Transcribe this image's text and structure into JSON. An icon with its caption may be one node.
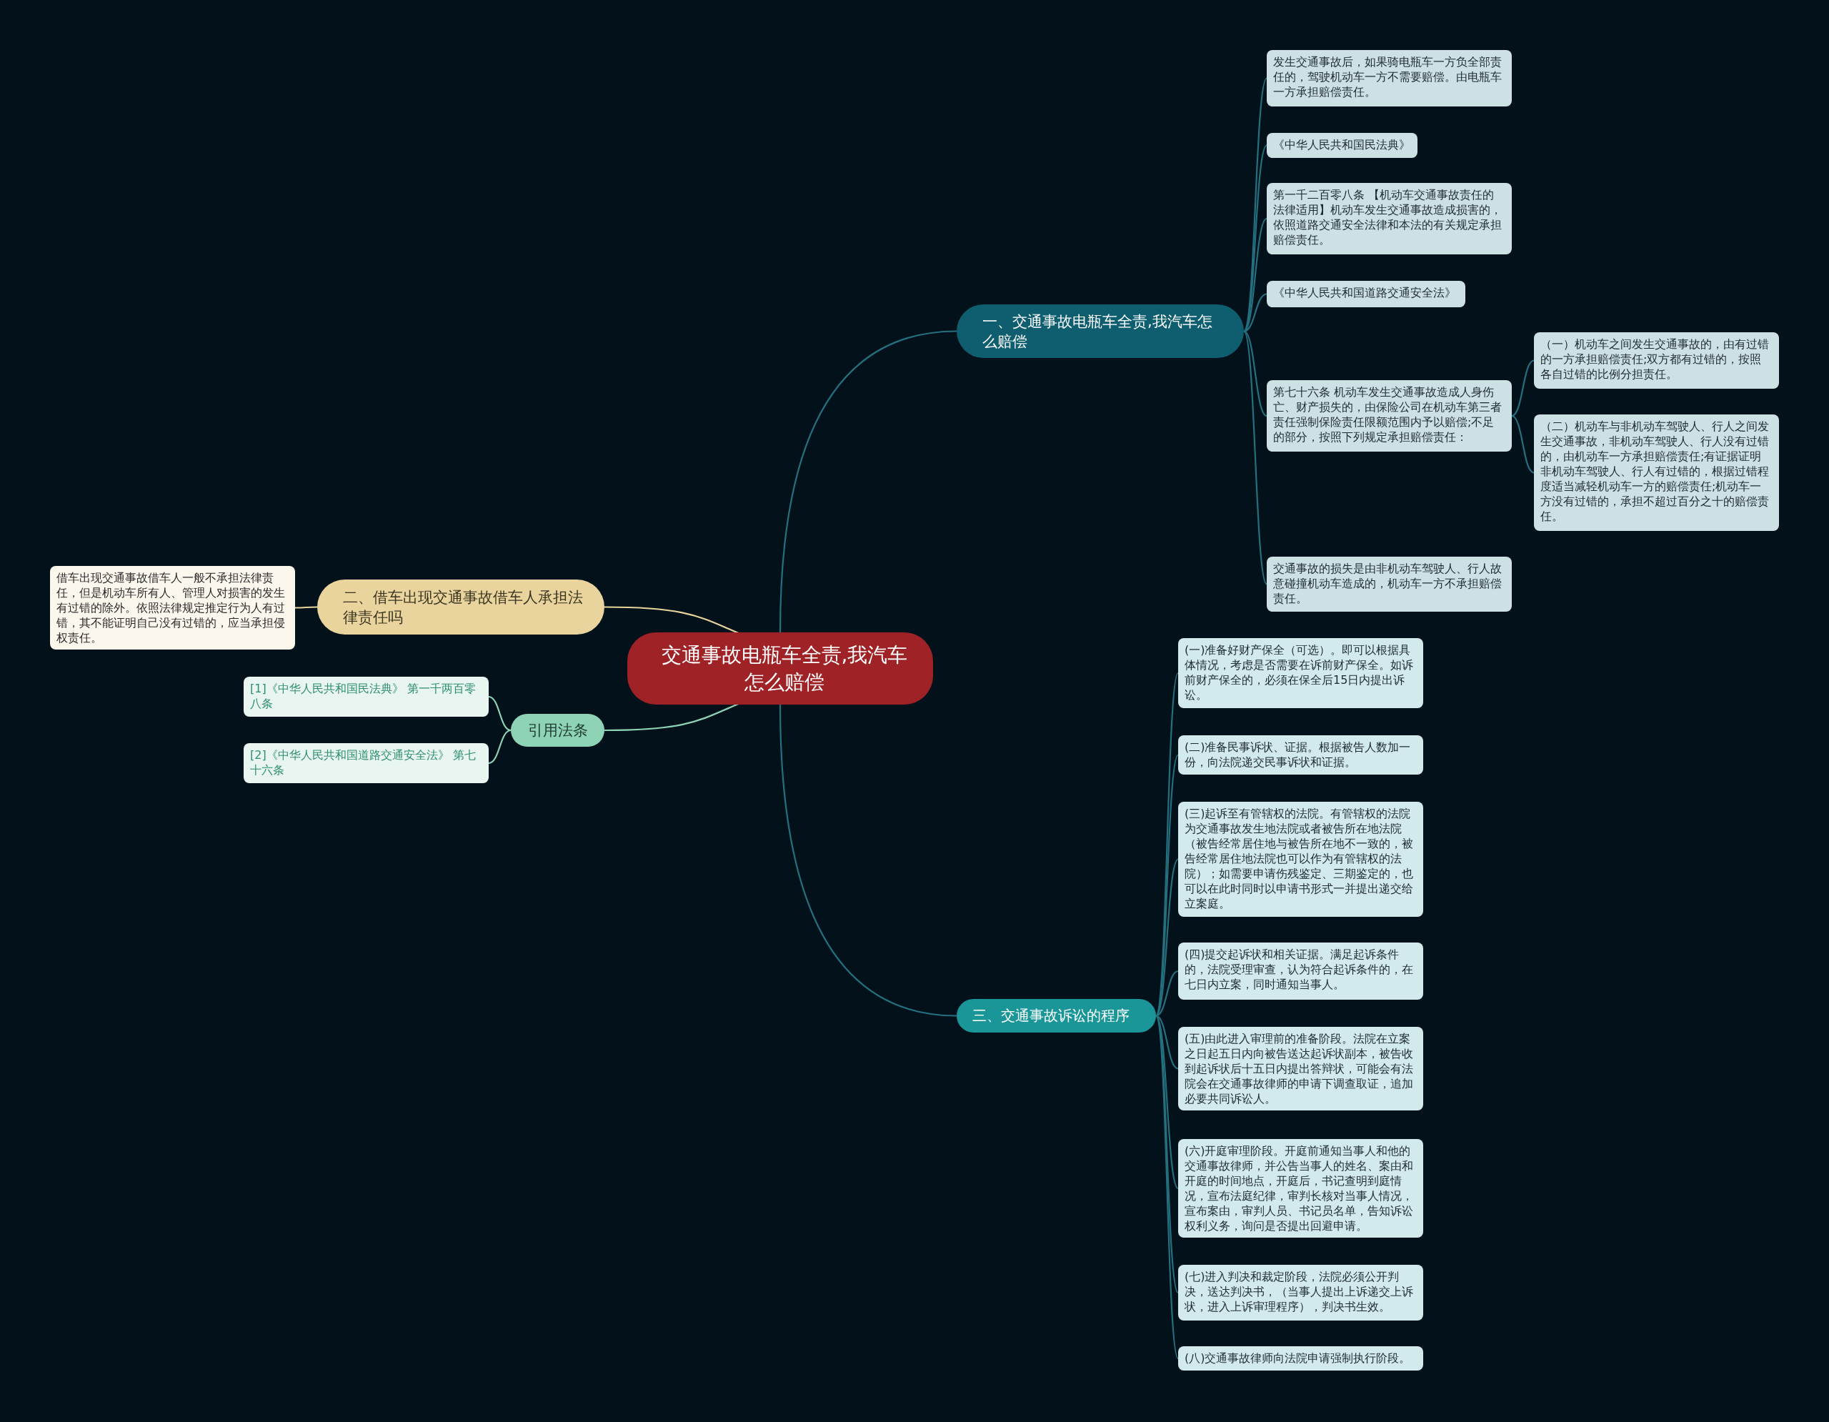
{
  "diagram": {
    "nodes": [
      {
        "text": [
          "交通事故电瓶车全责,我汽车怎么赔偿"
        ]
      },
      {
        "text": [
          "一、交通事故电瓶车全责,我汽车怎么赔偿"
        ]
      },
      {
        "text": [
          "发生交通事故后，如果骑电瓶车一方负全部责任的，驾驶机动车一方不需要赔偿。由电瓶车一方承担赔偿责任。"
        ]
      },
      {
        "text": [
          "《中华人民共和国民法典》"
        ]
      },
      {
        "text": [
          "第一千二百零八条 【机动车交通事故责任的法律适用】机动车发生交通事故造成损害的，依照道路交通安全法律和本法的有关规定承担赔偿责任。"
        ]
      },
      {
        "text": [
          "《中华人民共和国道路交通安全法》"
        ]
      },
      {
        "text": [
          "第七十六条 机动车发生交通事故造成人身伤亡、财产损失的，由保险公司在机动车第三者责任强制保险责任限额范围内予以赔偿;不足的部分，按照下列规定承担赔偿责任："
        ]
      },
      {
        "text": [
          "（一）机动车之间发生交通事故的，由有过错的一方承担赔偿责任;双方都有过错的，按照各自过错的比例分担责任。"
        ]
      },
      {
        "text": [
          "（二）机动车与非机动车驾驶人、行人之间发生交通事故，非机动车驾驶人、行人没有过错的，由机动车一方承担赔偿责任;有证据证明非机动车驾驶人、行人有过错的，根据过错程度适当减轻机动车一方的赔偿责任;机动车一方没有过错的，承担不超过百分之十的赔偿责任。"
        ]
      },
      {
        "text": [
          "交通事故的损失是由非机动车驾驶人、行人故意碰撞机动车造成的，机动车一方不承担赔偿责任。"
        ]
      },
      {
        "text": [
          "二、借车出现交通事故借车人承担法律责任吗"
        ]
      },
      {
        "text": [
          "借车出现交通事故借车人一般不承担法律责任，但是机动车所有人、管理人对损害的发生有过错的除外。依照法律规定推定行为人有过错，其不能证明自己没有过错的，应当承担侵权责任。"
        ]
      },
      {
        "text": [
          "引用法条"
        ]
      },
      {
        "text": [
          "[1]《中华人民共和国民法典》 第一千两百零八条"
        ]
      },
      {
        "text": [
          "[2]《中华人民共和国道路交通安全法》 第七十六条"
        ]
      },
      {
        "text": [
          "三、交通事故诉讼的程序"
        ]
      },
      {
        "text": [
          "(一)准备好财产保全（可选）。即可以根据具体情况，考虑是否需要在诉前财产保全。如诉前财产保全的，必须在保全后15日内提出诉讼。"
        ]
      },
      {
        "text": [
          "(二)准备民事诉状、证据。根据被告人数加一份，向法院递交民事诉状和证据。"
        ]
      },
      {
        "text": [
          "(三)起诉至有管辖权的法院。有管辖权的法院为交通事故发生地法院或者被告所在地法院（被告经常居住地与被告所在地不一致的，被告经常居住地法院也可以作为有管辖权的法院）；如需要申请伤残鉴定、三期鉴定的，也可以在此时同时以申请书形式一并提出递交给立案庭。"
        ]
      },
      {
        "text": [
          "(四)提交起诉状和相关证据。满足起诉条件的，法院受理审查，认为符合起诉条件的，在七日内立案，同时通知当事人。"
        ]
      },
      {
        "text": [
          "(五)由此进入审理前的准备阶段。法院在立案之日起五日内向被告送达起诉状副本，被告收到起诉状后十五日内提出答辩状，可能会有法院会在交通事故律师的申请下调查取证，追加必要共同诉讼人。"
        ]
      },
      {
        "text": [
          "(六)开庭审理阶段。开庭前通知当事人和他的交通事故律师，并公告当事人的姓名、案由和开庭的时间地点，开庭后，书记查明到庭情况，宣布法庭纪律，审判长核对当事人情况，宣布案由，审判人员、书记员名单，告知诉讼权利义务，询问是否提出回避申请。"
        ]
      },
      {
        "text": [
          "(七)进入判决和裁定阶段，法院必须公开判决，送达判决书，（当事人提出上诉递交上诉状，进入上诉审理程序），判决书生效。"
        ]
      },
      {
        "text": [
          "(八)交通事故律师向法院申请强制执行阶段。"
        ]
      }
    ],
    "edges": [
      {
        "from": 0,
        "to": 1,
        "arrow": "none"
      },
      {
        "from": 1,
        "to": 2,
        "arrow": "none"
      },
      {
        "from": 1,
        "to": 3,
        "arrow": "none"
      },
      {
        "from": 1,
        "to": 4,
        "arrow": "none"
      },
      {
        "from": 1,
        "to": 5,
        "arrow": "none"
      },
      {
        "from": 1,
        "to": 6,
        "arrow": "none"
      },
      {
        "from": 6,
        "to": 7,
        "arrow": "none"
      },
      {
        "from": 6,
        "to": 8,
        "arrow": "none"
      },
      {
        "from": 1,
        "to": 9,
        "arrow": "none"
      },
      {
        "from": 0,
        "to": 10,
        "arrow": "none",
        "color": "#e8d49c"
      },
      {
        "from": 10,
        "to": 11,
        "arrow": "none",
        "color": "#e8d49c"
      },
      {
        "from": 0,
        "to": 12,
        "arrow": "none",
        "color": "#8ed3b5"
      },
      {
        "from": 12,
        "to": 13,
        "arrow": "none",
        "color": "#8ed3b5"
      },
      {
        "from": 12,
        "to": 14,
        "arrow": "none",
        "color": "#8ed3b5"
      },
      {
        "from": 0,
        "to": 15,
        "arrow": "none"
      },
      {
        "from": 15,
        "to": 16,
        "arrow": "none"
      },
      {
        "from": 15,
        "to": 17,
        "arrow": "none"
      },
      {
        "from": 15,
        "to": 18,
        "arrow": "none"
      },
      {
        "from": 15,
        "to": 19,
        "arrow": "none"
      },
      {
        "from": 15,
        "to": 20,
        "arrow": "none"
      },
      {
        "from": 15,
        "to": 21,
        "arrow": "none"
      },
      {
        "from": 15,
        "to": 22,
        "arrow": "none"
      },
      {
        "from": 15,
        "to": 23,
        "arrow": "none"
      }
    ]
  }
}
